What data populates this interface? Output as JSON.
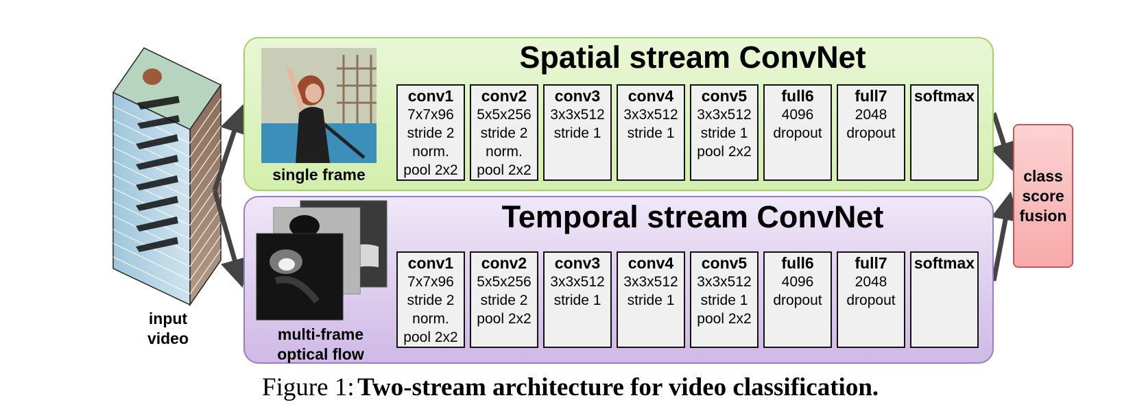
{
  "spatial": {
    "title": "Spatial stream ConvNet",
    "input_label": "single frame",
    "layers": [
      {
        "name": "conv1",
        "lines": [
          "7x7x96",
          "stride 2",
          "norm.",
          "pool 2x2"
        ]
      },
      {
        "name": "conv2",
        "lines": [
          "5x5x256",
          "stride 2",
          "norm.",
          "pool 2x2"
        ]
      },
      {
        "name": "conv3",
        "lines": [
          "3x3x512",
          "stride 1"
        ]
      },
      {
        "name": "conv4",
        "lines": [
          "3x3x512",
          "stride 1"
        ]
      },
      {
        "name": "conv5",
        "lines": [
          "3x3x512",
          "stride 1",
          "pool 2x2"
        ]
      },
      {
        "name": "full6",
        "lines": [
          "4096",
          "dropout"
        ]
      },
      {
        "name": "full7",
        "lines": [
          "2048",
          "dropout"
        ]
      },
      {
        "name": "softmax",
        "lines": []
      }
    ]
  },
  "temporal": {
    "title": "Temporal stream ConvNet",
    "input_label": "multi-frame\noptical flow",
    "layers": [
      {
        "name": "conv1",
        "lines": [
          "7x7x96",
          "stride 2",
          "norm.",
          "pool 2x2"
        ]
      },
      {
        "name": "conv2",
        "lines": [
          "5x5x256",
          "stride 2",
          "pool 2x2"
        ]
      },
      {
        "name": "conv3",
        "lines": [
          "3x3x512",
          "stride 1"
        ]
      },
      {
        "name": "conv4",
        "lines": [
          "3x3x512",
          "stride 1"
        ]
      },
      {
        "name": "conv5",
        "lines": [
          "3x3x512",
          "stride 1",
          "pool 2x2"
        ]
      },
      {
        "name": "full6",
        "lines": [
          "4096",
          "dropout"
        ]
      },
      {
        "name": "full7",
        "lines": [
          "2048",
          "dropout"
        ]
      },
      {
        "name": "softmax",
        "lines": []
      }
    ]
  },
  "input_video_label": "input\nvideo",
  "fusion_label": "class\nscore\nfusion",
  "caption": {
    "label": "Figure 1:",
    "title": "Two-stream architecture for video classification."
  },
  "colors": {
    "spatial_fill": "#d3efad",
    "temporal_fill": "#cfb9e6",
    "fusion_fill": "#f7a9a9",
    "layer_fill": "#f0f0f0",
    "arrow": "#444444"
  }
}
